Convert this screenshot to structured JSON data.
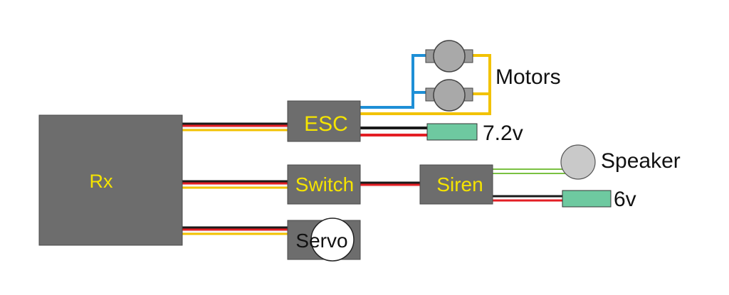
{
  "diagram": {
    "blocks": {
      "rx": "Rx",
      "esc": "ESC",
      "switch": "Switch",
      "siren": "Siren",
      "servo": "Servo"
    },
    "labels": {
      "motors": "Motors",
      "battery_esc": "7.2v",
      "speaker": "Speaker",
      "battery_siren": "6v"
    }
  },
  "colors": {
    "block_fill": "#6d6d6d",
    "block_stroke": "#4a4a4a",
    "block_label": "#f5e400",
    "dark_label": "#111111",
    "battery_fill": "#6ec9a0",
    "motor_fill": "#a9a9a9",
    "speaker_fill": "#c9c9c9",
    "wire_yellow": "#f2c200",
    "wire_blue": "#1e8fd6",
    "wire_red": "#e31e24",
    "wire_black": "#1a1a1a",
    "wire_green": "#7ac142",
    "wire_white": "#f7f7f7"
  }
}
